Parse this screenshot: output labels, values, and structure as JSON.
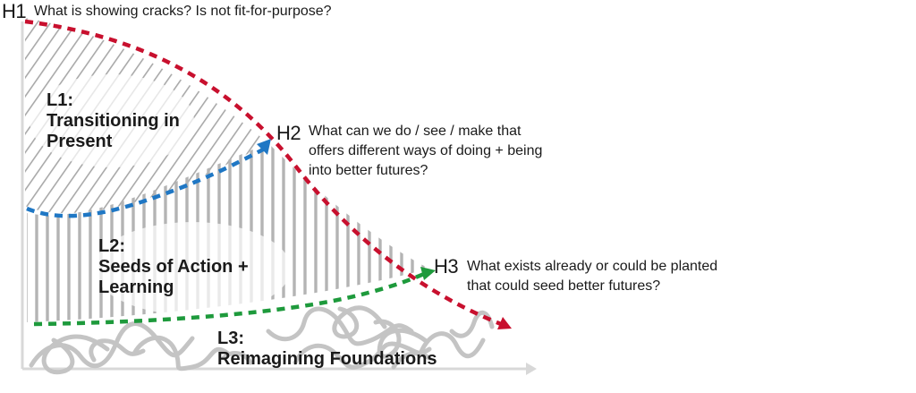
{
  "horizons": [
    {
      "tag": "H1",
      "question_lines": [
        "What is showing cracks? Is not fit-for-purpose?"
      ],
      "color": "#c8102e"
    },
    {
      "tag": "H2",
      "question_lines": [
        "What can we do / see / make that",
        "offers different ways of doing + being",
        "into better futures?"
      ],
      "color": "#1f77c4"
    },
    {
      "tag": "H3",
      "question_lines": [
        "What exists already or could be planted",
        "that could seed better futures?"
      ],
      "color": "#1e9a3c"
    }
  ],
  "layers": [
    {
      "lines": [
        "L1:",
        "Transitioning in",
        "Present"
      ]
    },
    {
      "lines": [
        "L2:",
        "Seeds of Action +",
        "Learning"
      ]
    },
    {
      "lines": [
        "L3:",
        "Reimagining Foundations"
      ]
    }
  ]
}
